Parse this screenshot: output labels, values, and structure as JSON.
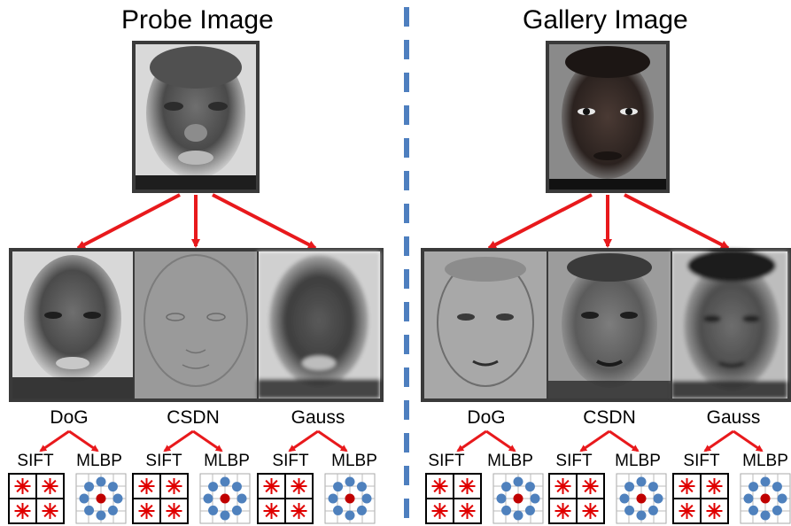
{
  "probe": {
    "title": "Probe Image",
    "filters": [
      {
        "label": "DoG",
        "descriptors": [
          "SIFT",
          "MLBP"
        ]
      },
      {
        "label": "CSDN",
        "descriptors": [
          "SIFT",
          "MLBP"
        ]
      },
      {
        "label": "Gauss",
        "descriptors": [
          "SIFT",
          "MLBP"
        ]
      }
    ]
  },
  "gallery": {
    "title": "Gallery Image",
    "filters": [
      {
        "label": "DoG",
        "descriptors": [
          "SIFT",
          "MLBP"
        ]
      },
      {
        "label": "CSDN",
        "descriptors": [
          "SIFT",
          "MLBP"
        ]
      },
      {
        "label": "Gauss",
        "descriptors": [
          "SIFT",
          "MLBP"
        ]
      }
    ]
  },
  "colors": {
    "arrow": "#e8191c",
    "divider": "#4e7fbf",
    "mlbp_dot": "#4f81bd",
    "mlbp_center": "#c00000",
    "sift_star": "#e00000",
    "frame": "#3a3a3a"
  }
}
